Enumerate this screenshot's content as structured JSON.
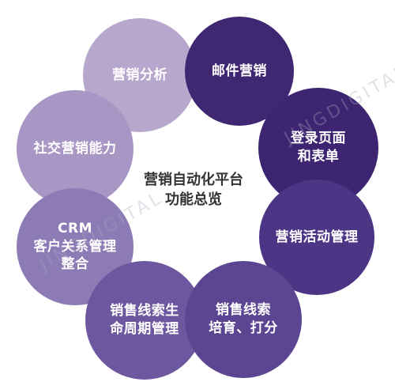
{
  "diagram": {
    "center_title": "营销自动化平台\n功能总览",
    "nodes": [
      {
        "id": "analysis",
        "label": "营销分析",
        "color": "#b7a7cc"
      },
      {
        "id": "email",
        "label": "邮件营销",
        "color": "#3f2772"
      },
      {
        "id": "landing",
        "label": "登录页面\n和表单",
        "color": "#3d2571"
      },
      {
        "id": "campaign",
        "label": "营销活动管理",
        "color": "#4d3585"
      },
      {
        "id": "nurture",
        "label": "销售线索\n培育、打分",
        "color": "#5c4692"
      },
      {
        "id": "lifecycle",
        "label": "销售线索生\n命周期管理",
        "color": "#6d58a0"
      },
      {
        "id": "crm",
        "label": "CRM\n客户关系管理\n整合",
        "color": "#8d7bb5"
      },
      {
        "id": "social",
        "label": "社交营销能力",
        "color": "#a896c4"
      }
    ]
  }
}
